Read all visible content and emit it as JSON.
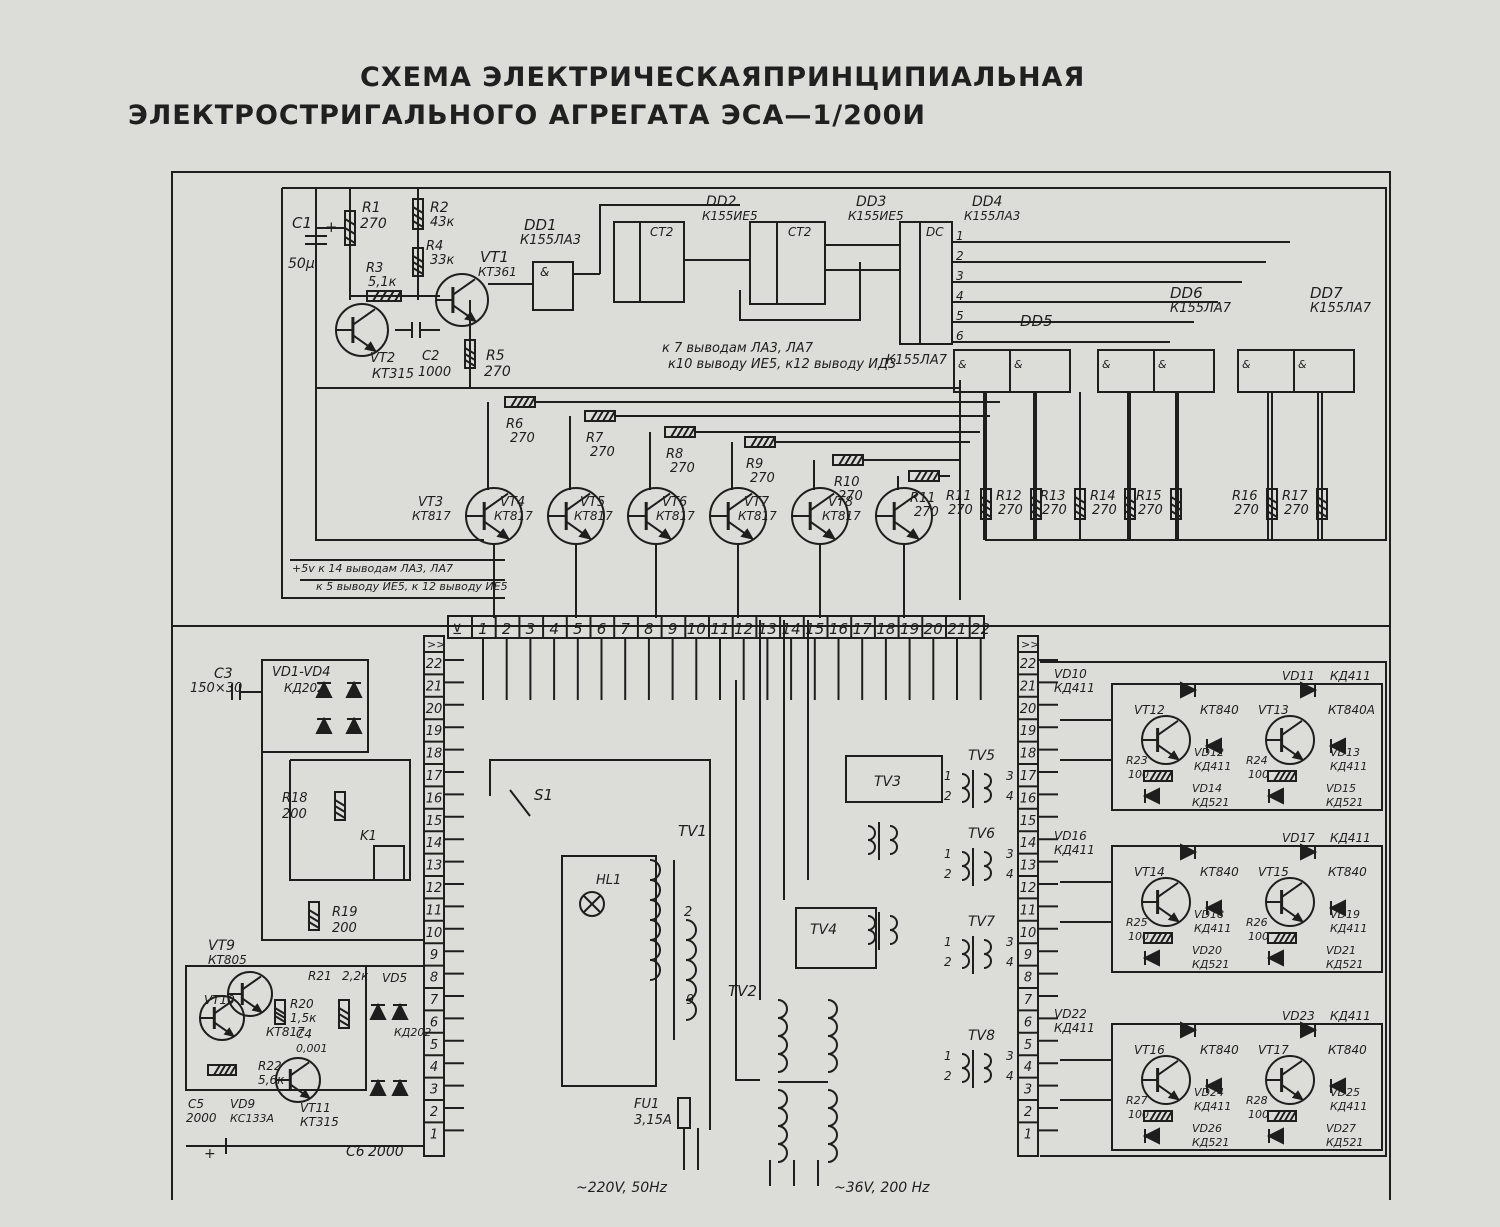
{
  "document": {
    "title_line1": "СХЕМА ЭЛЕКТРИЧЕСКАЯПРИНЦИПИАЛЬНАЯ",
    "title_line2": "ЭЛЕКТРОСТРИГАЛЬНОГО АГРЕГАТА   ЭСА—1/200И"
  },
  "colors": {
    "paper": "#dcdcd8",
    "ink": "#1e1e1e"
  },
  "top_board": {
    "chips": [
      {
        "ref": "DD1",
        "type": "К155ЛА3"
      },
      {
        "ref": "DD2",
        "type": "К155ИЕ5",
        "inner": "CT2"
      },
      {
        "ref": "DD3",
        "type": "К155ИЕ5",
        "inner": "CT2"
      },
      {
        "ref": "DD4",
        "type": "К155ЛА3",
        "inner": "DC"
      },
      {
        "ref": "DD5",
        "type": "К155ЛА7"
      },
      {
        "ref": "DD6",
        "type": "К155ЛА7"
      },
      {
        "ref": "DD7",
        "type": "К155ЛА7"
      }
    ],
    "caps": [
      {
        "ref": "C1",
        "value": "50μ"
      },
      {
        "ref": "C2",
        "value": "1000"
      }
    ],
    "small_resistors": [
      {
        "ref": "R1",
        "value": "270"
      },
      {
        "ref": "R2",
        "value": "43к"
      },
      {
        "ref": "R3",
        "value": "5,1к"
      },
      {
        "ref": "R4",
        "value": "33к"
      },
      {
        "ref": "R5",
        "value": "270"
      }
    ],
    "small_transistors": [
      {
        "ref": "VT1",
        "type": "КТ361"
      },
      {
        "ref": "VT2",
        "type": "КТ315"
      }
    ],
    "base_resistors": [
      {
        "ref": "R6",
        "value": "270"
      },
      {
        "ref": "R7",
        "value": "270"
      },
      {
        "ref": "R8",
        "value": "270"
      },
      {
        "ref": "R9",
        "value": "270"
      },
      {
        "ref": "R10",
        "value": "270"
      },
      {
        "ref": "R11",
        "value": "270"
      }
    ],
    "driver_transistors": [
      {
        "ref": "VT3",
        "type": "КТ817"
      },
      {
        "ref": "VT4",
        "type": "КТ817"
      },
      {
        "ref": "VT5",
        "type": "КТ817"
      },
      {
        "ref": "VT6",
        "type": "КТ817"
      },
      {
        "ref": "VT7",
        "type": "КТ817"
      },
      {
        "ref": "VT8",
        "type": "КТ817"
      }
    ],
    "load_resistors": [
      {
        "ref": "R11",
        "value": "270"
      },
      {
        "ref": "R12",
        "value": "270"
      },
      {
        "ref": "R13",
        "value": "270"
      },
      {
        "ref": "R14",
        "value": "270"
      },
      {
        "ref": "R15",
        "value": "270"
      },
      {
        "ref": "R16",
        "value": "270"
      },
      {
        "ref": "R17",
        "value": "270"
      }
    ],
    "notes": {
      "pin7": "к 7 выводам ЛА3, ЛА7",
      "pin10": "к10 выводу ИЕ5, к12 выводу ИД3",
      "plus5v": "+5v к 14 выводам ЛА3, ЛА7",
      "pin5": "к 5 выводу ИЕ5, к 12 выводу ИЕ5",
      "dd5_bottom": "К155ЛА7"
    }
  },
  "connector": {
    "pins": [
      "1",
      "2",
      "3",
      "4",
      "5",
      "6",
      "7",
      "8",
      "9",
      "10",
      "11",
      "12",
      "13",
      "14",
      "15",
      "16",
      "17",
      "18",
      "19",
      "20",
      "21",
      "22"
    ]
  },
  "bottom_board": {
    "left_labels": [
      {
        "ref": "C3",
        "value": "150×30"
      },
      {
        "ref": "VD1-VD4",
        "type": "КД202"
      },
      {
        "ref": "R18",
        "value": "200"
      },
      {
        "ref": "R19",
        "value": "200"
      },
      {
        "ref": "K1",
        "value": ""
      },
      {
        "ref": "S1",
        "value": ""
      },
      {
        "ref": "HL1",
        "value": ""
      },
      {
        "ref": "TV1",
        "value": ""
      },
      {
        "ref": "TV2",
        "value": ""
      },
      {
        "ref": "TV3",
        "value": ""
      },
      {
        "ref": "TV4",
        "value": ""
      },
      {
        "ref": "FU1",
        "value": "3,15А"
      }
    ],
    "regulator": [
      {
        "ref": "VT9",
        "type": "КТ805"
      },
      {
        "ref": "VT10",
        "type": "КТ817"
      },
      {
        "ref": "VT11",
        "type": "КТ315"
      },
      {
        "ref": "R20",
        "value": "1,5к"
      },
      {
        "ref": "R21",
        "value": "2,2к"
      },
      {
        "ref": "R22",
        "value": "5,6к"
      },
      {
        "ref": "C4",
        "value": "0,001"
      },
      {
        "ref": "C5",
        "value": "2000"
      },
      {
        "ref": "C6",
        "value": "2000"
      },
      {
        "ref": "VD5",
        "value": "КД202"
      },
      {
        "ref": "VD9",
        "value": "КС133А"
      }
    ],
    "right_transformers": [
      "TV5",
      "TV6",
      "TV7",
      "TV8"
    ],
    "right_transistors": [
      {
        "ref": "VT12",
        "type": "КТ840"
      },
      {
        "ref": "VT13",
        "type": "КТ840А"
      },
      {
        "ref": "VT14",
        "type": "КТ840"
      },
      {
        "ref": "VT15",
        "type": "КТ840"
      },
      {
        "ref": "VT16",
        "type": "КТ840"
      },
      {
        "ref": "VT17",
        "type": "КТ840"
      }
    ],
    "right_resistors": [
      {
        "ref": "R23",
        "value": "100"
      },
      {
        "ref": "R24",
        "value": "100"
      },
      {
        "ref": "R25",
        "value": "100"
      },
      {
        "ref": "R26",
        "value": "100"
      },
      {
        "ref": "R27",
        "value": "100"
      },
      {
        "ref": "R28",
        "value": "100"
      }
    ],
    "right_diodes": [
      {
        "ref": "VD10",
        "type": "КД411"
      },
      {
        "ref": "VD11",
        "type": "КД411"
      },
      {
        "ref": "VD12",
        "type": "КД411"
      },
      {
        "ref": "VD13",
        "type": "КД411"
      },
      {
        "ref": "VD14",
        "type": "КД521"
      },
      {
        "ref": "VD15",
        "type": "КД521"
      },
      {
        "ref": "VD16",
        "type": "КД411"
      },
      {
        "ref": "VD17",
        "type": "КД411"
      },
      {
        "ref": "VD18",
        "type": "КД411"
      },
      {
        "ref": "VD19",
        "type": "КД411"
      },
      {
        "ref": "VD20",
        "type": "КД521"
      },
      {
        "ref": "VD21",
        "type": "КД521"
      },
      {
        "ref": "VD22",
        "type": "КД411"
      },
      {
        "ref": "VD23",
        "type": "КД411"
      },
      {
        "ref": "VD24",
        "type": "КД411"
      },
      {
        "ref": "VD25",
        "type": "КД411"
      },
      {
        "ref": "VD26",
        "type": "КД521"
      },
      {
        "ref": "VD27",
        "type": "КД521"
      }
    ],
    "inputs": {
      "mains": "~220V, 50Hz",
      "output": "~36V, 200 Hz"
    }
  }
}
